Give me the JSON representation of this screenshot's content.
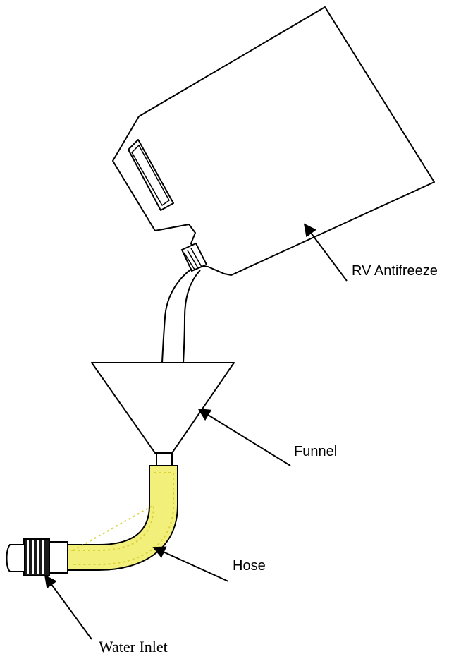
{
  "labels": {
    "antifreeze": "RV Antifreeze",
    "funnel": "Funnel",
    "hose": "Hose",
    "water_inlet": "Water Inlet"
  },
  "colors": {
    "line": "#000000",
    "hose_fill": "#f2ef7a",
    "hose_speckle": "#d9d13a",
    "background": "#ffffff"
  }
}
